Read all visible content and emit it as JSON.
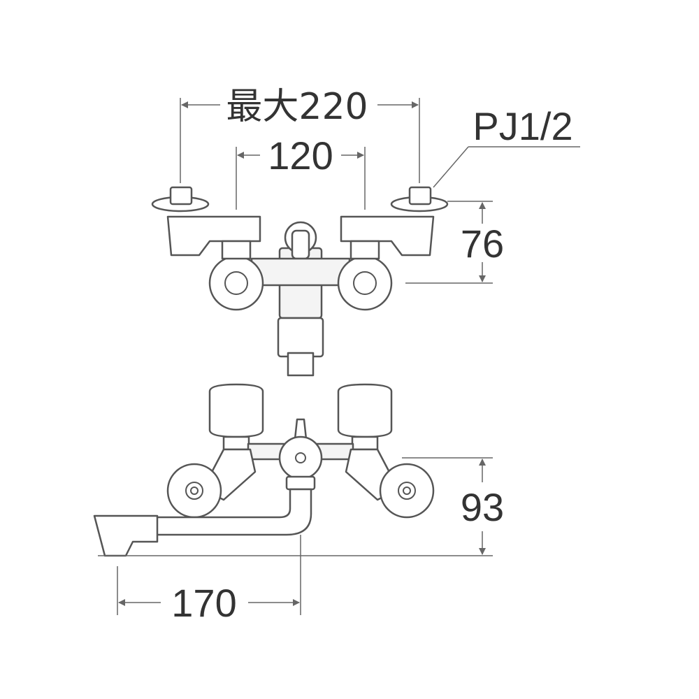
{
  "dimensions": {
    "max_width_label": "最大220",
    "center_spacing_label": "120",
    "top_height_label": "76",
    "side_height_label": "93",
    "spout_length_label": "170"
  },
  "callouts": {
    "thread_label": "PJ1/2"
  }
}
